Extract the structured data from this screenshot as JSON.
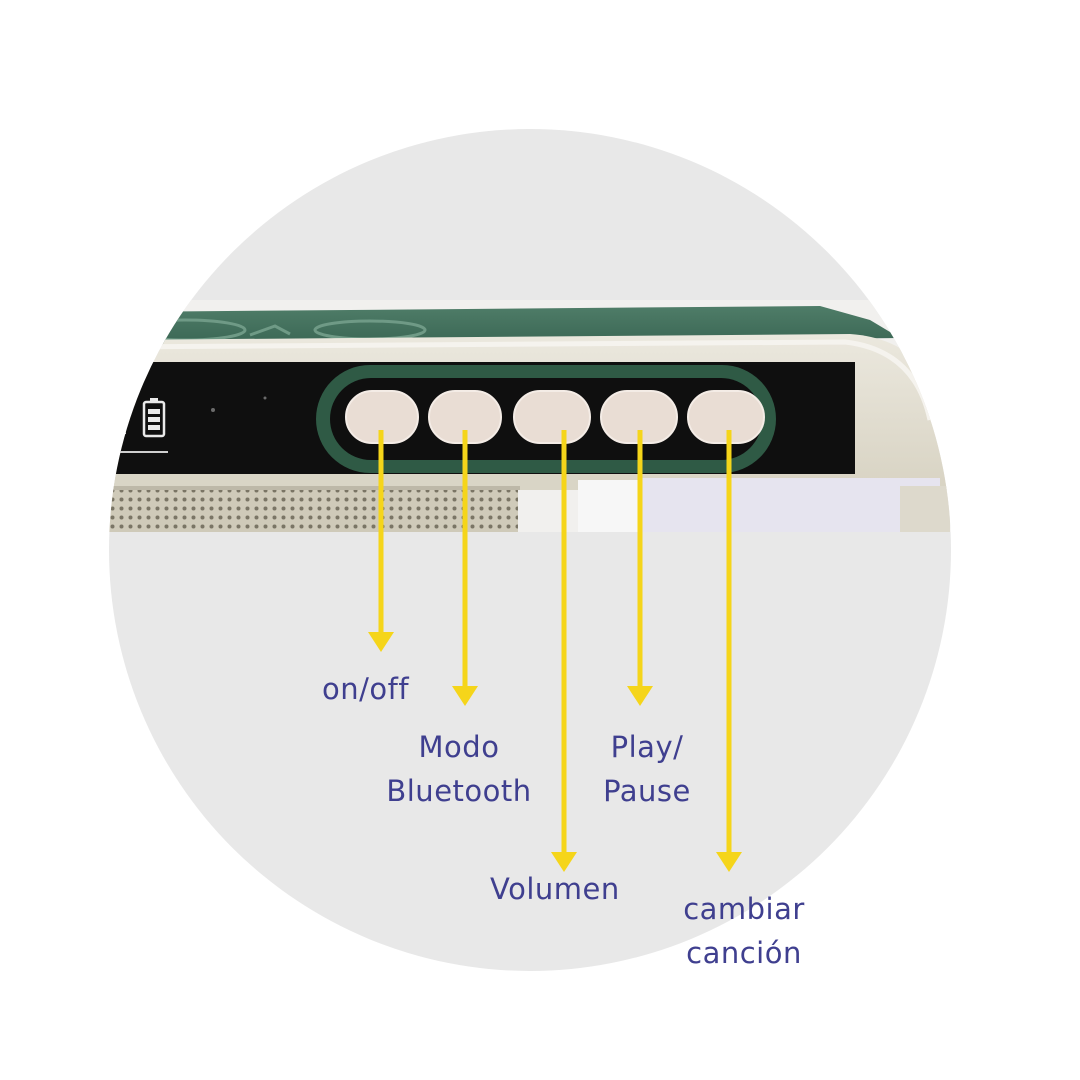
{
  "labels": {
    "on_off": "on/off",
    "modo_line1": "Modo",
    "modo_line2": "Bluetooth",
    "play_line1": "Play/",
    "play_line2": "Pause",
    "volumen": "Volumen",
    "cambiar_line1": "cambiar",
    "cambiar_line2": "canción"
  },
  "colors": {
    "background_circle": "#e8e8e8",
    "device_body": "#e3dfd2",
    "panel_black": "#111111",
    "button_ring_green": "#2f5a45",
    "button_fill": "#e9ddd4",
    "arrow_yellow": "#f5d51a",
    "label_text": "#3f3f8f"
  },
  "icons": [
    "battery-icon",
    "arrow-down-icon"
  ]
}
